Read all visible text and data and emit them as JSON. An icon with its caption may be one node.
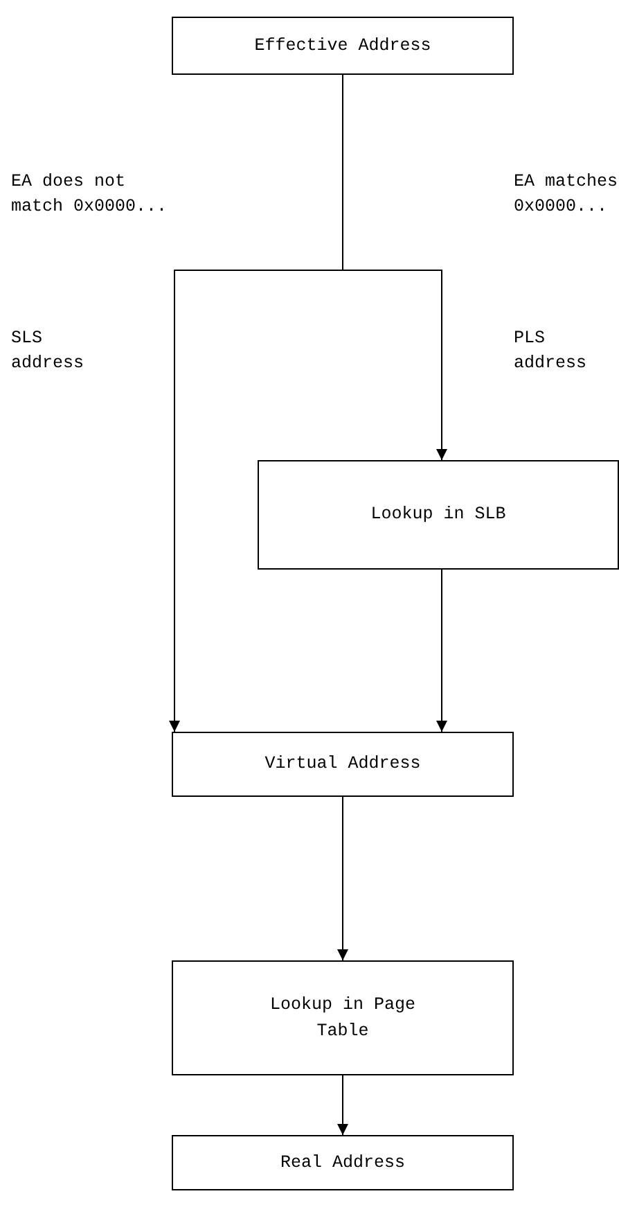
{
  "diagram": {
    "nodes": [
      {
        "text": [
          "Effective Address"
        ]
      },
      {
        "text": [
          "Lookup in SLB"
        ]
      },
      {
        "text": [
          "Virtual Address"
        ]
      },
      {
        "text": [
          "Lookup in Page Table"
        ]
      },
      {
        "text": [
          "Real Address"
        ]
      }
    ],
    "edges": [
      {
        "from": 0,
        "to": 2,
        "arrow": "to"
      },
      {
        "from": 0,
        "to": 1,
        "arrow": "to"
      },
      {
        "from": 1,
        "to": 2,
        "arrow": "to"
      },
      {
        "from": 2,
        "to": 3,
        "arrow": "to"
      },
      {
        "from": 3,
        "to": 4,
        "arrow": "to"
      }
    ],
    "labels": [
      "EA does not match 0x0000...",
      "EA matches 0x0000...",
      "SLS address",
      "PLS address"
    ]
  }
}
